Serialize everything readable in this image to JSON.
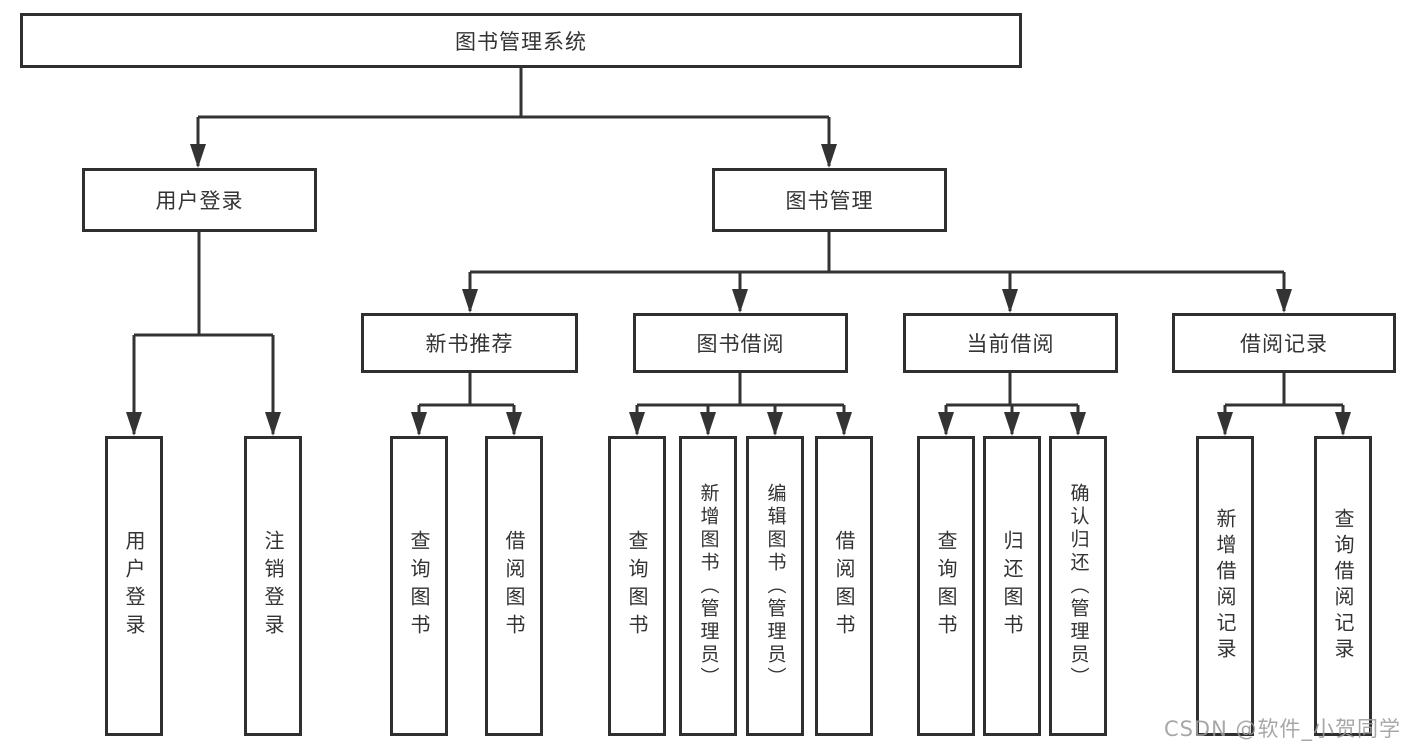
{
  "diagram_type": "hierarchy-tree",
  "colors": {
    "background": "#ffffff",
    "line": "#333333",
    "box_border": "#2f2f2f",
    "text": "#333333",
    "watermark": "#9c9c9c"
  },
  "tree": {
    "label": "图书管理系统",
    "children": [
      {
        "label": "用户登录",
        "children": [
          {
            "label": "用户登录"
          },
          {
            "label": "注销登录"
          }
        ]
      },
      {
        "label": "图书管理",
        "children": [
          {
            "label": "新书推荐",
            "children": [
              {
                "label": "查询图书"
              },
              {
                "label": "借阅图书"
              }
            ]
          },
          {
            "label": "图书借阅",
            "children": [
              {
                "label": "查询图书"
              },
              {
                "label": "新增图书（管理员）"
              },
              {
                "label": "编辑图书（管理员）"
              },
              {
                "label": "借阅图书"
              }
            ]
          },
          {
            "label": "当前借阅",
            "children": [
              {
                "label": "查询图书"
              },
              {
                "label": "归还图书"
              },
              {
                "label": "确认归还（管理员）"
              }
            ]
          },
          {
            "label": "借阅记录",
            "children": [
              {
                "label": "新增借阅记录"
              },
              {
                "label": "查询借阅记录"
              }
            ]
          }
        ]
      }
    ]
  },
  "watermark": {
    "text": "CSDN @软件_小贺同学"
  }
}
